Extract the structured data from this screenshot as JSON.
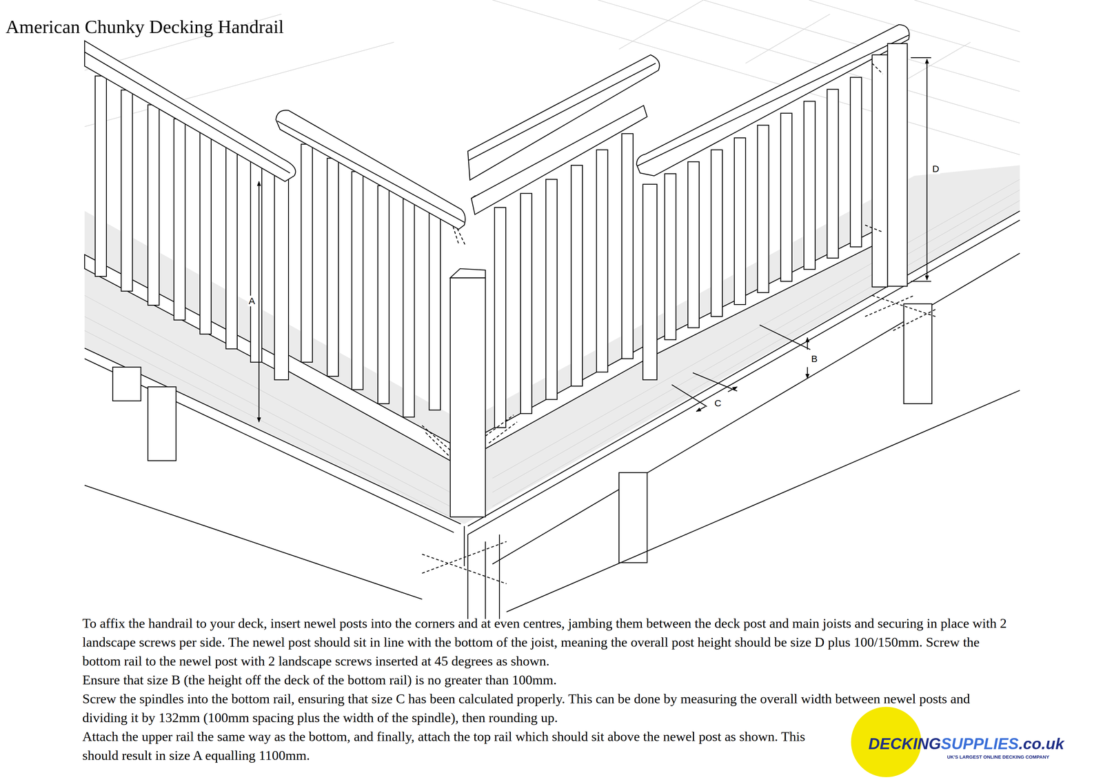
{
  "diagram": {
    "title": "American Chunky Decking Handrail",
    "labels": [
      "A",
      "B",
      "C",
      "D",
      "To affix the handrail to your deck, insert newel posts into the corners and at even centres, jambing them between the deck post and main joists and securing in place with 2 landscape screws per side. The newel post should sit in line with the bottom of the joist, meaning the overall post height should be size D plus 100/150mm. Screw the bottom rail to the newel post with 2 landscape screws inserted at 45 degrees as shown.",
      "Ensure that size B (the height off the deck of the bottom rail) is no greater than 100mm.",
      "Screw the spindles into the bottom rail, ensuring that size C has been calculated properly. This can be done by measuring the overall width between newel posts and dividing it by 132mm (100mm spacing plus the width of the spindle), then rounding up.",
      "Attach the upper rail the same way as the bottom, and finally, attach the top rail which should sit above the newel post as shown. This should result in size A equalling 1100mm.",
      "DECKING",
      "SUPPLIES",
      ".co.uk",
      "UK'S LARGEST ONLINE DECKING COMPANY"
    ]
  }
}
